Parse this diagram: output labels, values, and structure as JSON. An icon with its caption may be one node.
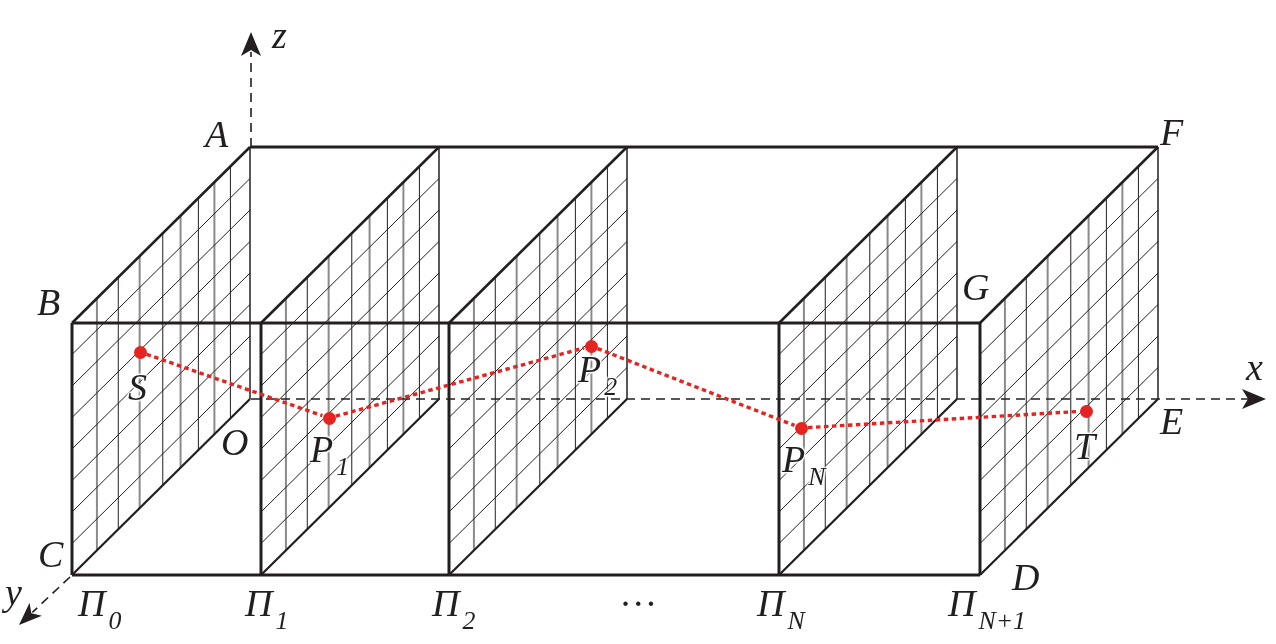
{
  "diagram": {
    "nodes": [
      {
        "text": [],
        "shape": "circle",
        "beside": [
          "S"
        ]
      },
      {
        "text": [],
        "shape": "circle",
        "beside": [
          "P$_{1}$"
        ]
      },
      {
        "text": [],
        "shape": "circle",
        "beside": [
          "P$_{2}$"
        ]
      },
      {
        "text": [],
        "shape": "circle",
        "beside": [
          "P$_{N}$"
        ]
      },
      {
        "text": [],
        "shape": "circle",
        "beside": [
          "T"
        ]
      }
    ],
    "edges": [
      {
        "from": 0,
        "to": 1,
        "arrow": "none",
        "style": "dashed",
        "color": "#e52421"
      },
      {
        "from": 1,
        "to": 2,
        "arrow": "none",
        "style": "dashed",
        "color": "#e52421"
      },
      {
        "from": 2,
        "to": 3,
        "arrow": "none",
        "style": "dashed",
        "color": "#e52421"
      },
      {
        "from": 3,
        "to": 4,
        "arrow": "none",
        "style": "dashed",
        "color": "#e52421"
      }
    ],
    "labels": [
      "z",
      "A",
      "F",
      "G",
      "B",
      "x",
      "E",
      "O",
      "C",
      "D",
      "y",
      "Π$_{0}$",
      "Π$_{1}$",
      "Π$_{2}$",
      "…",
      "Π$_{N}$",
      "Π$_{N+1}$"
    ]
  }
}
